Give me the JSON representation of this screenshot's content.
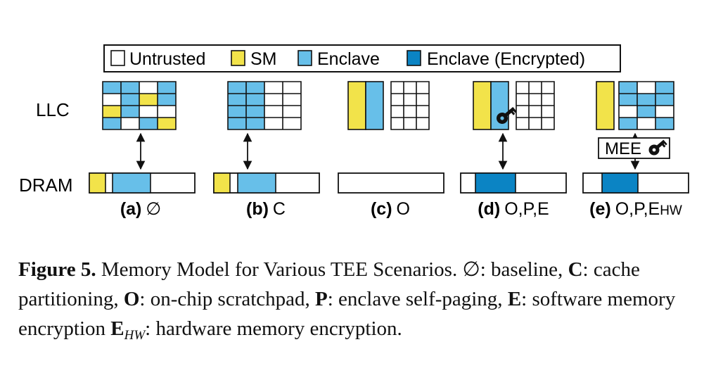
{
  "figure": {
    "colors": {
      "untrusted": "#ffffff",
      "sm": "#f2e34a",
      "enclave": "#67bfe9",
      "enclave_encrypted": "#0b84c4",
      "stroke": "#111111"
    },
    "legend": [
      {
        "key": "untrusted",
        "label": "Untrusted"
      },
      {
        "key": "sm",
        "label": "SM"
      },
      {
        "key": "enclave",
        "label": "Enclave"
      },
      {
        "key": "enclave_encrypted",
        "label": "Enclave (Encrypted)"
      }
    ],
    "row_labels": {
      "llc": "LLC",
      "dram": "DRAM"
    },
    "icons": [
      "key-icon"
    ],
    "panels": [
      {
        "tag": "(a)",
        "desc": "∅",
        "sub": ""
      },
      {
        "tag": "(b)",
        "desc": "C",
        "sub": ""
      },
      {
        "tag": "(c)",
        "desc": "O",
        "sub": ""
      },
      {
        "tag": "(d)",
        "desc": "O,P,E",
        "sub": ""
      },
      {
        "tag": "(e)",
        "desc": "O,P,E",
        "sub": "HW"
      }
    ],
    "mee_label": "MEE"
  },
  "caption": {
    "figure_label": "Figure 5.",
    "title": " Memory Model for Various TEE Scenarios. ",
    "sym_null": "∅",
    "t_null": ": baseline, ",
    "sym_c": "C",
    "t_c": ": cache partitioning, ",
    "sym_o": "O",
    "t_o": ": on-chip scratchpad, ",
    "sym_p": "P",
    "t_p": ": enclave self-paging, ",
    "sym_e": "E",
    "t_e": ": software memory encryption ",
    "sym_ehw": "E",
    "sym_ehw_sub": "HW",
    "t_ehw": ": hardware memory encryption."
  }
}
